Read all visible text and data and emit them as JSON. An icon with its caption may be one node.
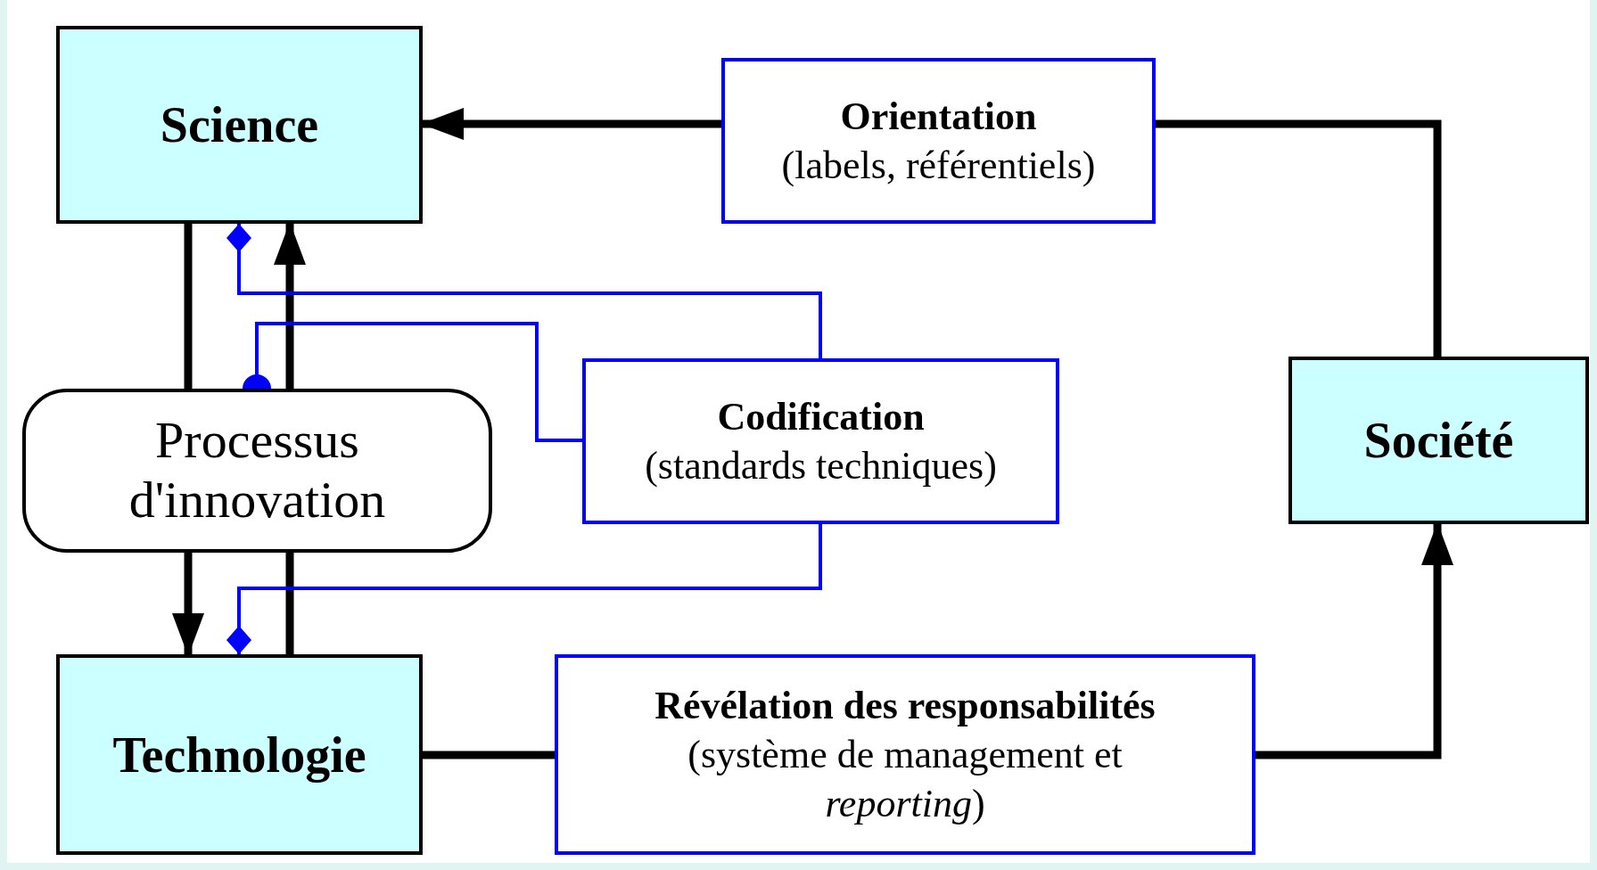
{
  "diagram": {
    "nodes": [
      {
        "text": [
          "Science"
        ]
      },
      {
        "text": [
          "Orientation",
          "(labels, référentiels)"
        ]
      },
      {
        "text": [
          "Société"
        ]
      },
      {
        "text": [
          "Processus d'innovation"
        ]
      },
      {
        "text": [
          "Codification",
          "(standards techniques)"
        ]
      },
      {
        "text": [
          "Technologie"
        ]
      },
      {
        "text": [
          "Révélation des responsabilités",
          "(système de management et *reporting*)"
        ]
      }
    ],
    "edges": [
      {
        "from": 0,
        "to": 3,
        "arrow": "none"
      },
      {
        "from": 3,
        "to": 5,
        "arrow": "to"
      },
      {
        "from": 5,
        "to": 3,
        "arrow": "none"
      },
      {
        "from": 3,
        "to": 0,
        "arrow": "to"
      },
      {
        "from": 2,
        "to": 1,
        "arrow": "none"
      },
      {
        "from": 1,
        "to": 0,
        "arrow": "to"
      },
      {
        "from": 5,
        "to": 6,
        "arrow": "none"
      },
      {
        "from": 6,
        "to": 2,
        "arrow": "to"
      },
      {
        "from": 4,
        "to": 0,
        "arrow": "other",
        "color": "#0000ff"
      },
      {
        "from": 4,
        "to": 3,
        "arrow": "other",
        "color": "#0000ff"
      },
      {
        "from": 4,
        "to": 5,
        "arrow": "other",
        "color": "#0000ff"
      }
    ]
  }
}
